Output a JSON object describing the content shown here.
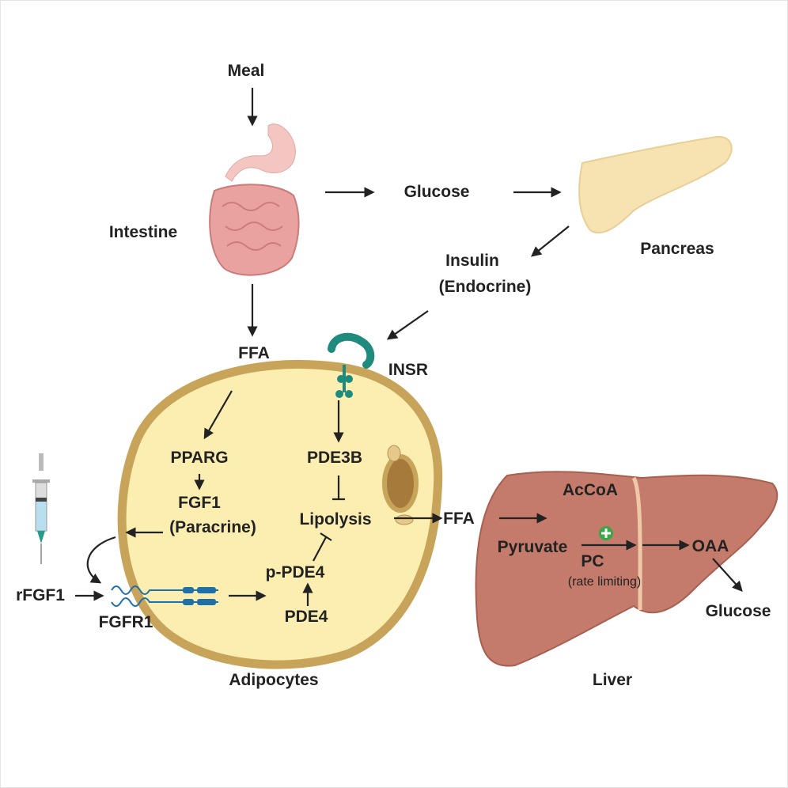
{
  "labels": {
    "meal": "Meal",
    "intestine": "Intestine",
    "glucose_top": "Glucose",
    "pancreas": "Pancreas",
    "insulin": "Insulin",
    "endocrine": "(Endocrine)",
    "ffa_top": "FFA",
    "insr": "INSR",
    "pparg": "PPARG",
    "pde3b": "PDE3B",
    "fgf1": "FGF1",
    "paracrine": "(Paracrine)",
    "lipolysis": "Lipolysis",
    "p_pde4": "p-PDE4",
    "pde4": "PDE4",
    "rfgf1": "rFGF1",
    "fgfr1": "FGFR1",
    "ffa_mid": "FFA",
    "accoa": "AcCoA",
    "pyruvate": "Pyruvate",
    "pc": "PC",
    "rate_limiting": "(rate limiting)",
    "oaa": "OAA",
    "glucose_liver": "Glucose",
    "adipocytes": "Adipocytes",
    "liver": "Liver"
  },
  "colors": {
    "adipocyte_fill": "#fbeeb0",
    "adipocyte_border": "#c8a45a",
    "liver": "#c57b6b",
    "pancreas": "#f7e2b2",
    "intestine": "#e9a2a0",
    "insr": "#1f8a7e",
    "fgfr1": "#1f6fa8",
    "plus_badge": "#3aa64a"
  }
}
